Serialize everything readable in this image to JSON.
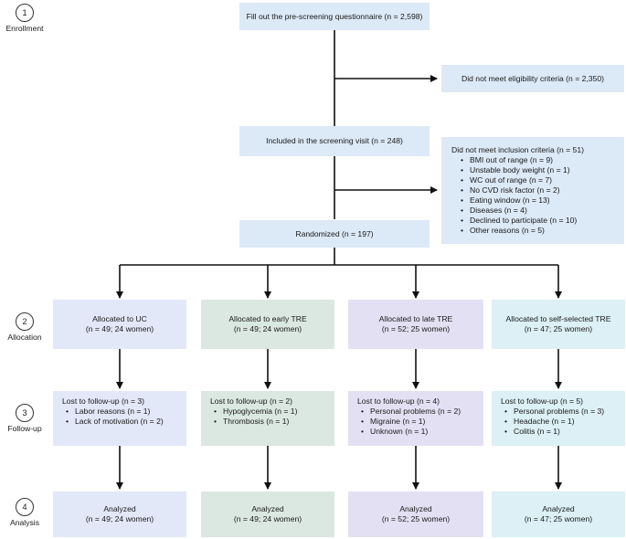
{
  "stages": [
    {
      "num": "1",
      "label": "Enrollment"
    },
    {
      "num": "2",
      "label": "Allocation"
    },
    {
      "num": "3",
      "label": "Follow-up"
    },
    {
      "num": "4",
      "label": "Analysis"
    }
  ],
  "enrollment": {
    "prescreen": "Fill out the pre-screening questionnaire (n = 2,598)",
    "not_eligible": "Did not meet eligibility criteria (n = 2,350)",
    "screening": "Included in the screening visit (n = 248)",
    "randomized": "Randomized (n = 197)",
    "exclusion_title": "Did not meet inclusion criteria (n = 51)",
    "exclusion_items": [
      "BMI out of range (n = 9)",
      "Unstable body weight (n = 1)",
      "WC out of range (n = 7)",
      "No CVD risk factor (n = 2)",
      "Eating window (n = 13)",
      "Diseases (n = 4)",
      "Declined to participate (n = 10)",
      "Other reasons (n = 5)"
    ]
  },
  "arms": [
    {
      "allocated_title": "Allocated to UC",
      "allocated_detail": "(n = 49; 24 women)",
      "lost_title": "Lost to follow-up (n = 3)",
      "lost_items": [
        "Labor reasons (n = 1)",
        "Lack of motivation (n = 2)"
      ],
      "analyzed_title": "Analyzed",
      "analyzed_detail": "(n = 49; 24 women)"
    },
    {
      "allocated_title": "Allocated to early TRE",
      "allocated_detail": "(n = 49; 24 women)",
      "lost_title": "Lost to follow-up (n = 2)",
      "lost_items": [
        "Hypoglycemia (n = 1)",
        "Thrombosis (n = 1)"
      ],
      "analyzed_title": "Analyzed",
      "analyzed_detail": "(n = 49; 24 women)"
    },
    {
      "allocated_title": "Allocated to late TRE",
      "allocated_detail": "(n = 52; 25 women)",
      "lost_title": "Lost to follow-up (n = 4)",
      "lost_items": [
        "Personal problems (n = 2)",
        "Migraine (n = 1)",
        "Unknown (n = 1)"
      ],
      "analyzed_title": "Analyzed",
      "analyzed_detail": "(n = 52; 25 women)"
    },
    {
      "allocated_title": "Allocated to self-selected TRE",
      "allocated_detail": "(n = 47; 25 women)",
      "lost_title": "Lost to follow-up (n = 5)",
      "lost_items": [
        "Personal problems (n = 3)",
        "Headache (n = 1)",
        "Colitis (n = 1)"
      ],
      "analyzed_title": "Analyzed",
      "analyzed_detail": "(n = 47; 25 women)"
    }
  ]
}
